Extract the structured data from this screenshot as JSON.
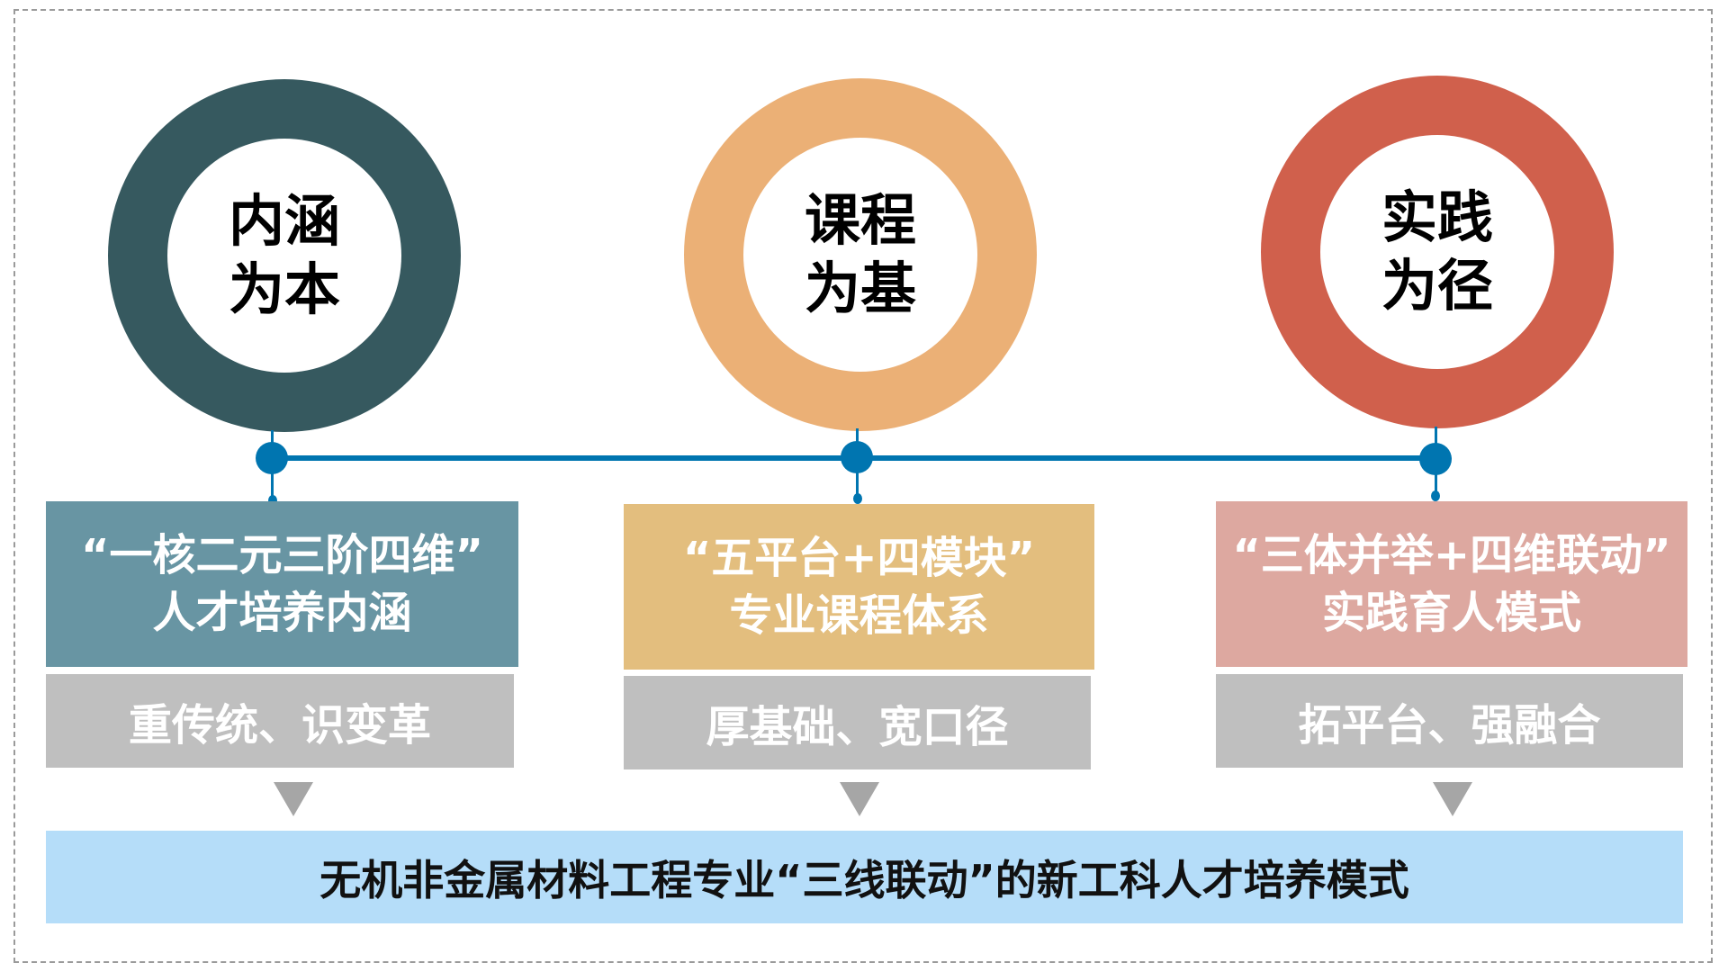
{
  "pillars": [
    {
      "line1": "内涵",
      "line2": "为本",
      "color": "#36595F",
      "box_color": "#6895A3",
      "box_line1": "“一核二元三阶四维”",
      "box_line2": "人才培养内涵",
      "sub": "重传统、识变革"
    },
    {
      "line1": "课程",
      "line2": "为基",
      "color": "#EBB076",
      "box_color": "#E3BE7E",
      "box_line1": "“五平台+四模块”",
      "box_line2": "专业课程体系",
      "sub": "厚基础、宽口径"
    },
    {
      "line1": "实践",
      "line2": "为径",
      "color": "#D0604C",
      "box_color": "#DDA8A0",
      "box_line1": "“三体并举+四维联动”",
      "box_line2": "实践育人模式",
      "sub": "拓平台、强融合"
    }
  ],
  "bottom": "无机非金属材料工程专业“三线联动”的新工科人才培养模式",
  "accent": "#0075B0"
}
